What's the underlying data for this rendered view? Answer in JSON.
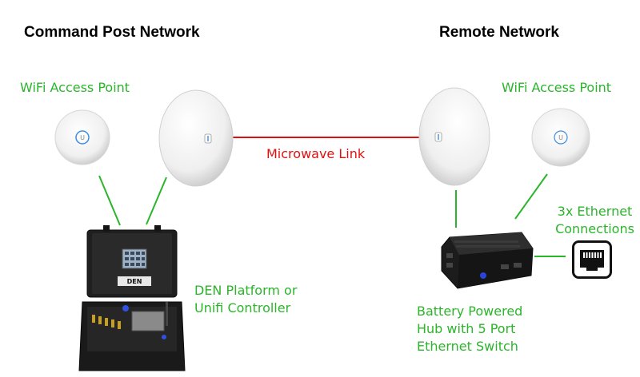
{
  "headings": {
    "left": "Command Post Network",
    "right": "Remote Network"
  },
  "labels": {
    "left_ap": "WiFi Access Point",
    "right_ap": "WiFi Access Point",
    "link": "Microwave Link",
    "den": "DEN Platform or\nUnifi Controller",
    "hub": "Battery Powered\nHub with 5 Port\nEthernet Switch",
    "ethernet": "3x Ethernet\nConnections",
    "den_case": "DEN"
  },
  "colors": {
    "label_green": "#2bb52b",
    "link_red": "#e01010",
    "connector_green": "#2bb52b"
  },
  "icons": {
    "ap": "ubiquiti-access-point-icon",
    "dish": "ubiquiti-nanobeam-dish-icon",
    "case": "den-rugged-case-icon",
    "hub": "battery-hub-icon",
    "port": "ethernet-port-icon"
  }
}
